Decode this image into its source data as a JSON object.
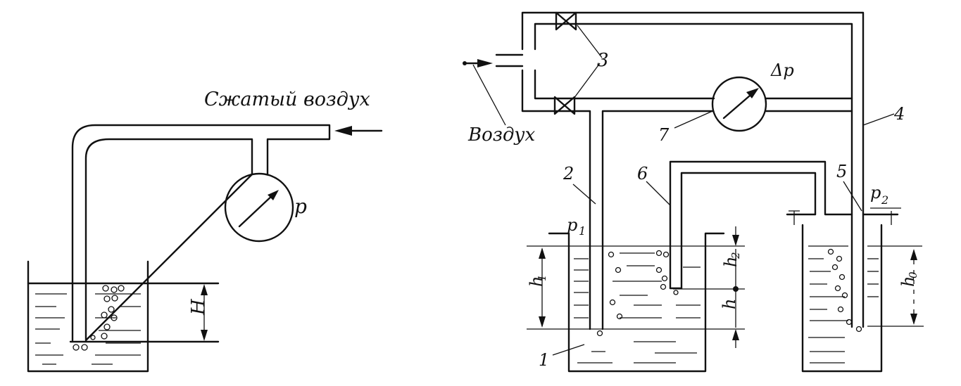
{
  "left": {
    "compressed_air_label": "Сжатый воздух",
    "gauge_label": "p",
    "depth_label": "H"
  },
  "right": {
    "air_label": "Воздух",
    "valves_label": "3",
    "diff_gauge_label": "Δp",
    "label_1": "1",
    "label_2": "2",
    "label_4": "4",
    "label_5": "5",
    "label_6": "6",
    "label_7": "7",
    "p1_label": "p",
    "p1_sub": "1",
    "p2_label": "p",
    "p2_sub": "2",
    "h1_label": "h",
    "h1_sub": "1",
    "h2_label": "h",
    "h2_sub": "2",
    "h_label": "h",
    "h0_label": "h",
    "h0_sub": "0"
  }
}
